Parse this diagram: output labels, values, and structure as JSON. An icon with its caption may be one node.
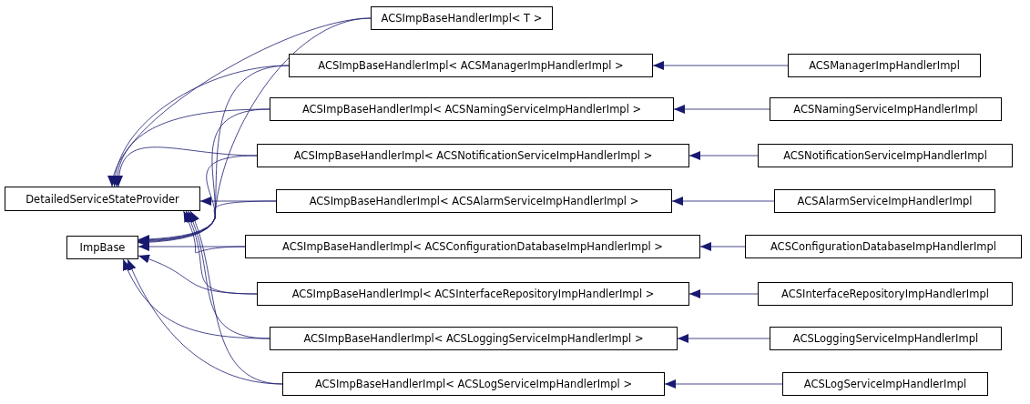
{
  "diagram": {
    "nodes": [
      {
        "text": [
          "DetailedServiceStateProvider"
        ]
      },
      {
        "text": [
          "ImpBase"
        ]
      },
      {
        "text": [
          "ACSImpBaseHandlerImpl< T >"
        ]
      },
      {
        "text": [
          "ACSImpBaseHandlerImpl< ACSManagerImpHandlerImpl >"
        ]
      },
      {
        "text": [
          "ACSManagerImpHandlerImpl"
        ]
      },
      {
        "text": [
          "ACSImpBaseHandlerImpl< ACSNamingServiceImpHandlerImpl >"
        ]
      },
      {
        "text": [
          "ACSNamingServiceImpHandlerImpl"
        ]
      },
      {
        "text": [
          "ACSImpBaseHandlerImpl< ACSNotificationServiceImpHandlerImpl >"
        ]
      },
      {
        "text": [
          "ACSNotificationServiceImpHandlerImpl"
        ]
      },
      {
        "text": [
          "ACSImpBaseHandlerImpl< ACSAlarmServiceImpHandlerImpl >"
        ]
      },
      {
        "text": [
          "ACSAlarmServiceImpHandlerImpl"
        ]
      },
      {
        "text": [
          "ACSImpBaseHandlerImpl< ACSConfigurationDatabaseImpHandlerImpl >"
        ]
      },
      {
        "text": [
          "ACSConfigurationDatabaseImpHandlerImpl"
        ]
      },
      {
        "text": [
          "ACSImpBaseHandlerImpl< ACSInterfaceRepositoryImpHandlerImpl >"
        ]
      },
      {
        "text": [
          "ACSInterfaceRepositoryImpHandlerImpl"
        ]
      },
      {
        "text": [
          "ACSImpBaseHandlerImpl< ACSLoggingServiceImpHandlerImpl >"
        ]
      },
      {
        "text": [
          "ACSLoggingServiceImpHandlerImpl"
        ]
      },
      {
        "text": [
          "ACSImpBaseHandlerImpl< ACSLogServiceImpHandlerImpl >"
        ]
      },
      {
        "text": [
          "ACSLogServiceImpHandlerImpl"
        ]
      }
    ],
    "edges": [
      {
        "from": 2,
        "to": 0,
        "arrow": "to"
      },
      {
        "from": 2,
        "to": 1,
        "arrow": "to"
      },
      {
        "from": 3,
        "to": 0,
        "arrow": "to"
      },
      {
        "from": 3,
        "to": 1,
        "arrow": "to"
      },
      {
        "from": 4,
        "to": 3,
        "arrow": "to"
      },
      {
        "from": 5,
        "to": 0,
        "arrow": "to"
      },
      {
        "from": 5,
        "to": 1,
        "arrow": "to"
      },
      {
        "from": 6,
        "to": 5,
        "arrow": "to"
      },
      {
        "from": 7,
        "to": 0,
        "arrow": "to"
      },
      {
        "from": 7,
        "to": 1,
        "arrow": "to"
      },
      {
        "from": 8,
        "to": 7,
        "arrow": "to"
      },
      {
        "from": 9,
        "to": 0,
        "arrow": "to"
      },
      {
        "from": 9,
        "to": 1,
        "arrow": "to"
      },
      {
        "from": 10,
        "to": 9,
        "arrow": "to"
      },
      {
        "from": 11,
        "to": 0,
        "arrow": "to"
      },
      {
        "from": 11,
        "to": 1,
        "arrow": "to"
      },
      {
        "from": 12,
        "to": 11,
        "arrow": "to"
      },
      {
        "from": 13,
        "to": 0,
        "arrow": "to"
      },
      {
        "from": 13,
        "to": 1,
        "arrow": "to"
      },
      {
        "from": 14,
        "to": 13,
        "arrow": "to"
      },
      {
        "from": 15,
        "to": 0,
        "arrow": "to"
      },
      {
        "from": 15,
        "to": 1,
        "arrow": "to"
      },
      {
        "from": 16,
        "to": 15,
        "arrow": "to"
      },
      {
        "from": 17,
        "to": 0,
        "arrow": "to"
      },
      {
        "from": 17,
        "to": 1,
        "arrow": "to"
      },
      {
        "from": 18,
        "to": 17,
        "arrow": "to"
      }
    ]
  }
}
